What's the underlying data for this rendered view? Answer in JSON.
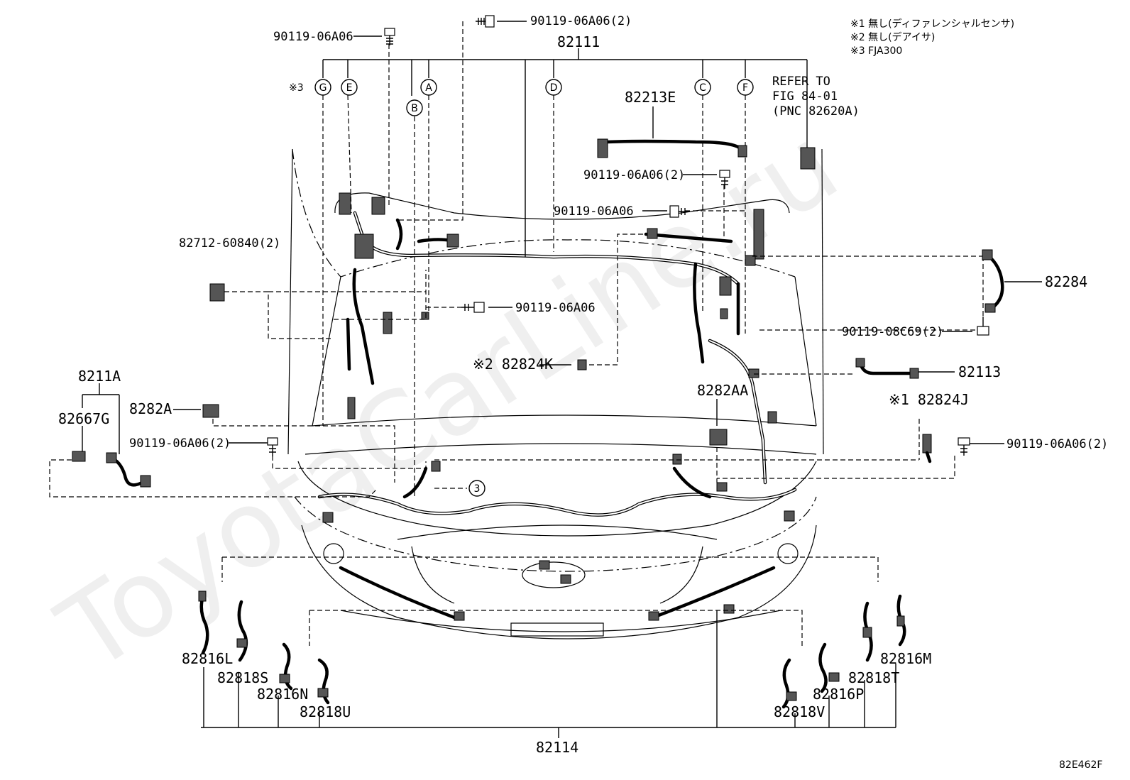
{
  "watermark": "ToyotaCarLine.ru",
  "notes": [
    "※1 無し(ディファレンシャルセンサ)",
    "※2 無し(デアイサ)",
    "※3 FJA300"
  ],
  "refer": [
    "REFER TO",
    "FIG 84-01",
    "(PNC 82620A)"
  ],
  "circle_labels": [
    "G",
    "E",
    "B",
    "A",
    "D",
    "C",
    "F"
  ],
  "circle_3_prefix": "※3",
  "circle_num": "3",
  "parts": {
    "p82111": "82111",
    "bolt_top_left": "90119-06A06",
    "bolt_top_center": "90119-06A06(2)",
    "p82213E": "82213E",
    "bolt_mid_right_1": "90119-06A06(2)",
    "bolt_mid_right_2": "90119-06A06",
    "p82712": "82712-60840(2)",
    "bolt_center": "90119-06A06",
    "p82284": "82284",
    "bolt_08c69": "90119-08C69(2)",
    "p82824K": "※2 82824K",
    "p82113": "82113",
    "p8211A": "8211A",
    "p82667G": "82667G",
    "p8282A": "8282A",
    "p8282AA": "8282AA",
    "p82824J": "※1 82824J",
    "bolt_left_low": "90119-06A06(2)",
    "bolt_right_low": "90119-06A06(2)",
    "p82816L": "82816L",
    "p82818S": "82818S",
    "p82816N": "82816N",
    "p82818U": "82818U",
    "p82818V": "82818V",
    "p82816P": "82816P",
    "p82818T": "82818T",
    "p82816M": "82816M",
    "p82114": "82114"
  },
  "figure_code": "82E462F"
}
